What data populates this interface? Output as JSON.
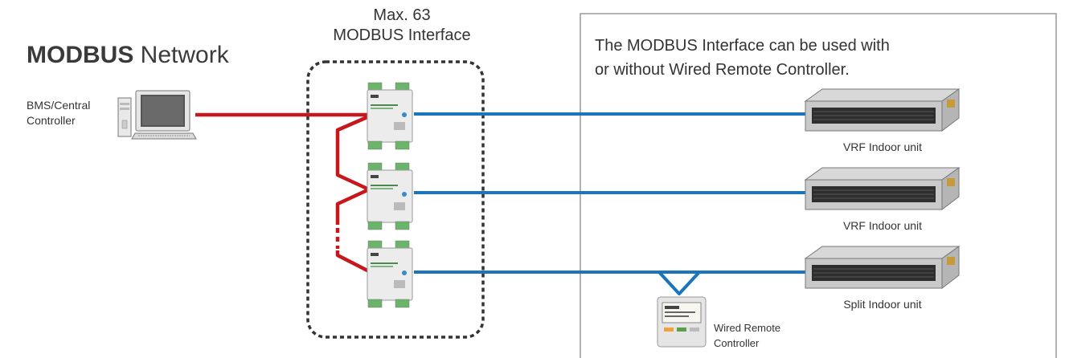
{
  "title": {
    "bold": "MODBUS",
    "rest": " Network"
  },
  "bms": {
    "label_line1": "BMS/Central",
    "label_line2": "Controller"
  },
  "interface_group": {
    "line1": "Max. 63",
    "line2": "MODBUS Interface"
  },
  "note": {
    "line1": "The MODBUS Interface can be used with",
    "line2": "or without Wired Remote Controller."
  },
  "indoor_units": [
    {
      "label": "VRF Indoor unit"
    },
    {
      "label": "VRF Indoor unit"
    },
    {
      "label": "Split Indoor unit"
    }
  ],
  "remote_controller": {
    "label_line1": "Wired Remote",
    "label_line2": "Controller"
  },
  "colors": {
    "modbus_wire": "#c8161d",
    "indoor_wire": "#1a75bc",
    "box_border": "#999999",
    "dashed_border": "#333333"
  }
}
